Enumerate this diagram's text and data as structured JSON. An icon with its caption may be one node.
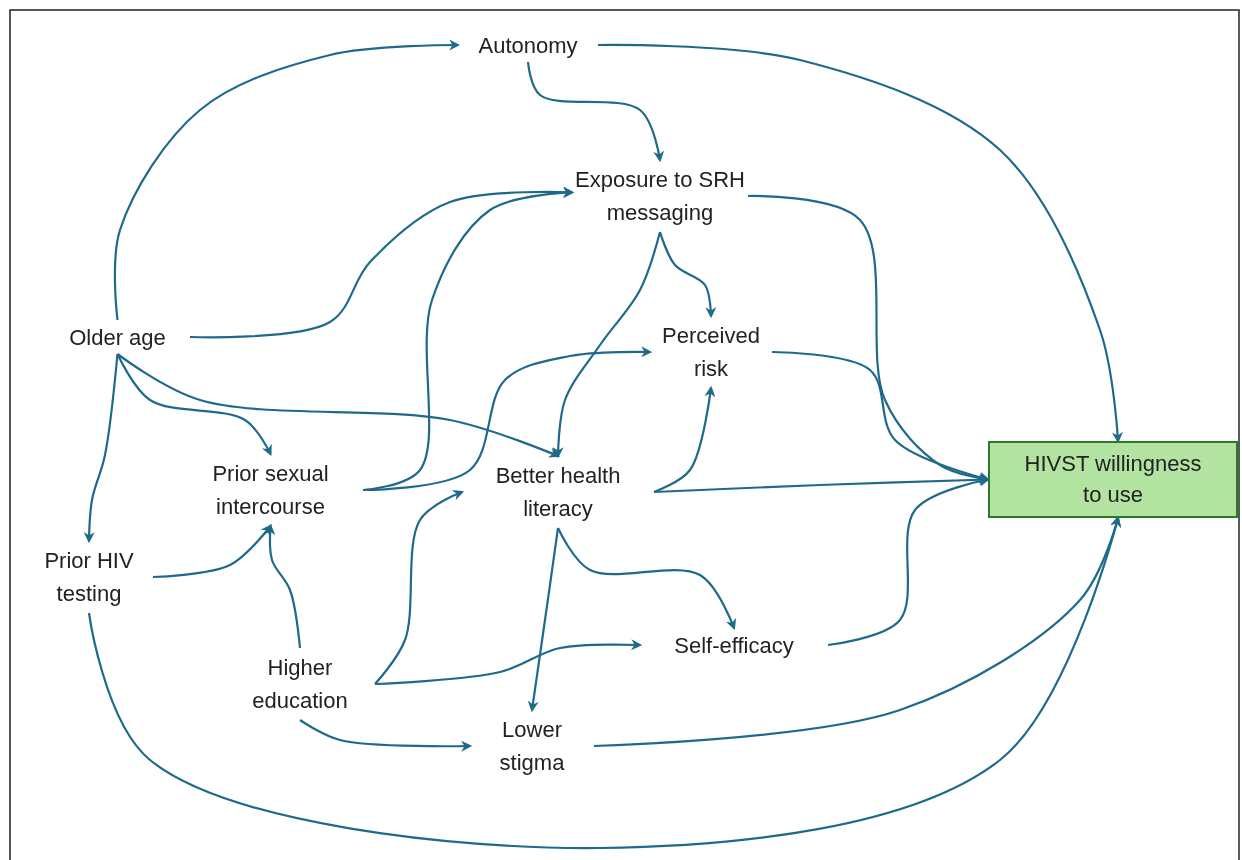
{
  "diagram": {
    "nodes": [
      {
        "text": [
          "Autonomy"
        ]
      },
      {
        "text": [
          "Exposure to SRH messaging"
        ]
      },
      {
        "text": [
          "Older age"
        ]
      },
      {
        "text": [
          "Perceived risk"
        ]
      },
      {
        "text": [
          "Prior sexual intercourse"
        ]
      },
      {
        "text": [
          "Better health literacy"
        ]
      },
      {
        "text": [
          "HIVST willingness to use"
        ]
      },
      {
        "text": [
          "Prior HIV testing"
        ]
      },
      {
        "text": [
          "Self-efficacy"
        ]
      },
      {
        "text": [
          "Higher education"
        ]
      },
      {
        "text": [
          "Lower stigma"
        ]
      }
    ],
    "edges": [
      {
        "from": 2,
        "to": 0,
        "arrow": "to"
      },
      {
        "from": 0,
        "to": 6,
        "arrow": "to"
      },
      {
        "from": 0,
        "to": 1,
        "arrow": "to"
      },
      {
        "from": 2,
        "to": 1,
        "arrow": "to"
      },
      {
        "from": 4,
        "to": 1,
        "arrow": "to"
      },
      {
        "from": 4,
        "to": 3,
        "arrow": "to"
      },
      {
        "from": 1,
        "to": 3,
        "arrow": "to"
      },
      {
        "from": 1,
        "to": 5,
        "arrow": "to"
      },
      {
        "from": 1,
        "to": 6,
        "arrow": "to"
      },
      {
        "from": 2,
        "to": 4,
        "arrow": "to"
      },
      {
        "from": 2,
        "to": 5,
        "arrow": "to"
      },
      {
        "from": 2,
        "to": 7,
        "arrow": "to"
      },
      {
        "from": 7,
        "to": 4,
        "arrow": "to"
      },
      {
        "from": 9,
        "to": 4,
        "arrow": "to"
      },
      {
        "from": 9,
        "to": 5,
        "arrow": "to"
      },
      {
        "from": 9,
        "to": 8,
        "arrow": "to"
      },
      {
        "from": 9,
        "to": 10,
        "arrow": "to"
      },
      {
        "from": 5,
        "to": 3,
        "arrow": "to"
      },
      {
        "from": 5,
        "to": 6,
        "arrow": "to"
      },
      {
        "from": 5,
        "to": 8,
        "arrow": "to"
      },
      {
        "from": 5,
        "to": 10,
        "arrow": "to"
      },
      {
        "from": 3,
        "to": 6,
        "arrow": "to"
      },
      {
        "from": 8,
        "to": 6,
        "arrow": "to"
      },
      {
        "from": 10,
        "to": 6,
        "arrow": "to"
      },
      {
        "from": 7,
        "to": 6,
        "arrow": "to"
      }
    ]
  }
}
